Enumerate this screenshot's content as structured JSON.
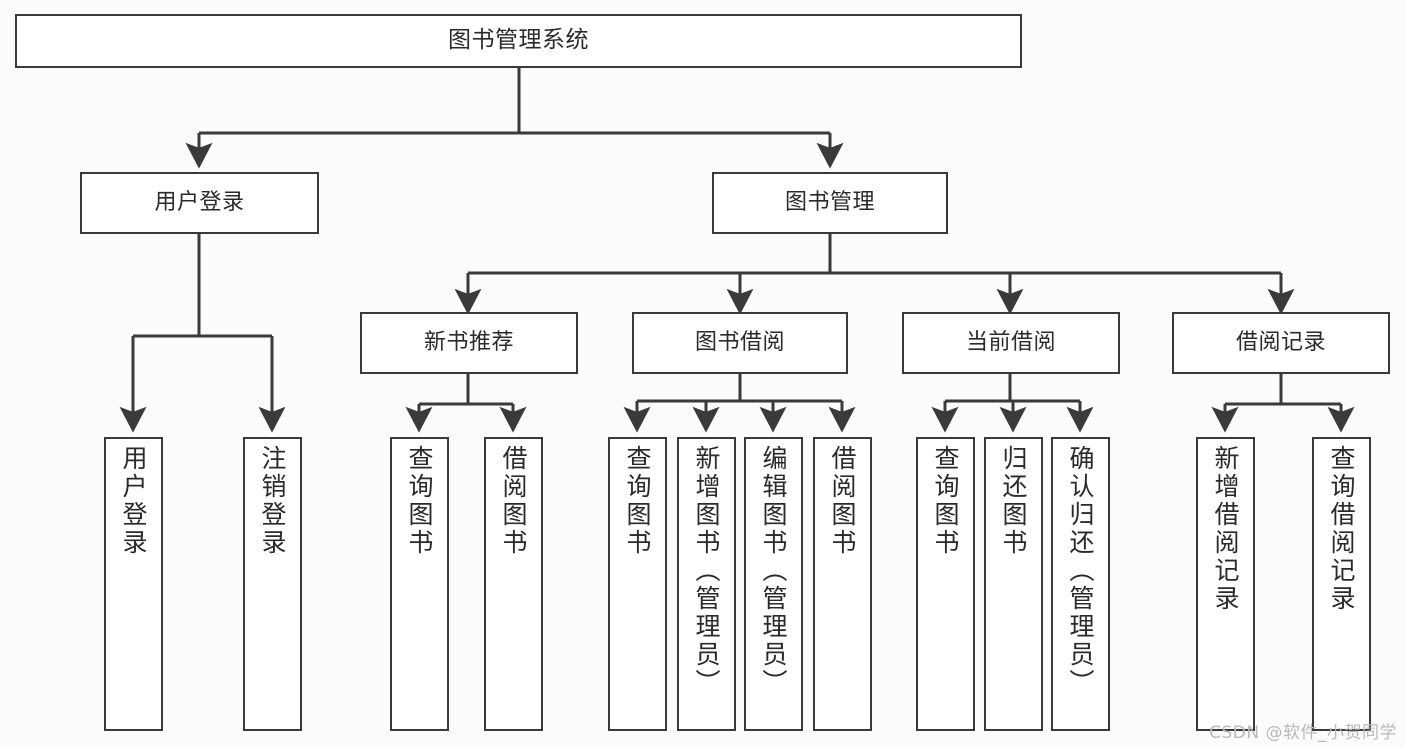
{
  "diagram": {
    "title": "图书管理系统",
    "watermark": "CSDN @软件_小贺同学",
    "colors": {
      "background": "#fbfbfb",
      "node_fill": "#ffffff",
      "node_stroke": "#3a3a3a",
      "text": "#2a2a2a",
      "watermark": "#b9b9b9"
    },
    "levels": {
      "root": "图书管理系统",
      "level1": [
        "用户登录",
        "图书管理"
      ],
      "level2": [
        "新书推荐",
        "图书借阅",
        "当前借阅",
        "借阅记录"
      ]
    },
    "nodes": {
      "root": {
        "label": "图书管理系统",
        "orientation": "horizontal"
      },
      "user_login": {
        "label": "用户登录",
        "orientation": "horizontal"
      },
      "book_manage": {
        "label": "图书管理",
        "orientation": "horizontal"
      },
      "new_book_rec": {
        "label": "新书推荐",
        "orientation": "horizontal"
      },
      "book_borrow": {
        "label": "图书借阅",
        "orientation": "horizontal"
      },
      "current_borrow": {
        "label": "当前借阅",
        "orientation": "horizontal"
      },
      "borrow_record": {
        "label": "借阅记录",
        "orientation": "horizontal"
      },
      "leaf_user_login": {
        "label": "用户登录",
        "orientation": "vertical"
      },
      "leaf_logout": {
        "label": "注销登录",
        "orientation": "vertical"
      },
      "leaf_query_book_rec": {
        "label": "查询图书",
        "orientation": "vertical"
      },
      "leaf_borrow_book_rec": {
        "label": "借阅图书",
        "orientation": "vertical"
      },
      "leaf_query_book_borrow": {
        "label": "查询图书",
        "orientation": "vertical"
      },
      "leaf_add_book": {
        "label": "新增图书（管理员）",
        "orientation": "vertical"
      },
      "leaf_edit_book": {
        "label": "编辑图书（管理员）",
        "orientation": "vertical"
      },
      "leaf_borrow_book": {
        "label": "借阅图书",
        "orientation": "vertical"
      },
      "leaf_query_book_cur": {
        "label": "查询图书",
        "orientation": "vertical"
      },
      "leaf_return_book": {
        "label": "归还图书",
        "orientation": "vertical"
      },
      "leaf_confirm_return": {
        "label": "确认归还（管理员）",
        "orientation": "vertical"
      },
      "leaf_add_record": {
        "label": "新增借阅记录",
        "orientation": "vertical"
      },
      "leaf_query_record": {
        "label": "查询借阅记录",
        "orientation": "vertical"
      }
    },
    "edges": [
      {
        "from": "root",
        "to": "user_login"
      },
      {
        "from": "root",
        "to": "book_manage"
      },
      {
        "from": "user_login",
        "to": "leaf_user_login"
      },
      {
        "from": "user_login",
        "to": "leaf_logout"
      },
      {
        "from": "book_manage",
        "to": "new_book_rec"
      },
      {
        "from": "book_manage",
        "to": "book_borrow"
      },
      {
        "from": "book_manage",
        "to": "current_borrow"
      },
      {
        "from": "book_manage",
        "to": "borrow_record"
      },
      {
        "from": "new_book_rec",
        "to": "leaf_query_book_rec"
      },
      {
        "from": "new_book_rec",
        "to": "leaf_borrow_book_rec"
      },
      {
        "from": "book_borrow",
        "to": "leaf_query_book_borrow"
      },
      {
        "from": "book_borrow",
        "to": "leaf_add_book"
      },
      {
        "from": "book_borrow",
        "to": "leaf_edit_book"
      },
      {
        "from": "book_borrow",
        "to": "leaf_borrow_book"
      },
      {
        "from": "current_borrow",
        "to": "leaf_query_book_cur"
      },
      {
        "from": "current_borrow",
        "to": "leaf_return_book"
      },
      {
        "from": "current_borrow",
        "to": "leaf_confirm_return"
      },
      {
        "from": "borrow_record",
        "to": "leaf_add_record"
      },
      {
        "from": "borrow_record",
        "to": "leaf_query_record"
      }
    ]
  }
}
